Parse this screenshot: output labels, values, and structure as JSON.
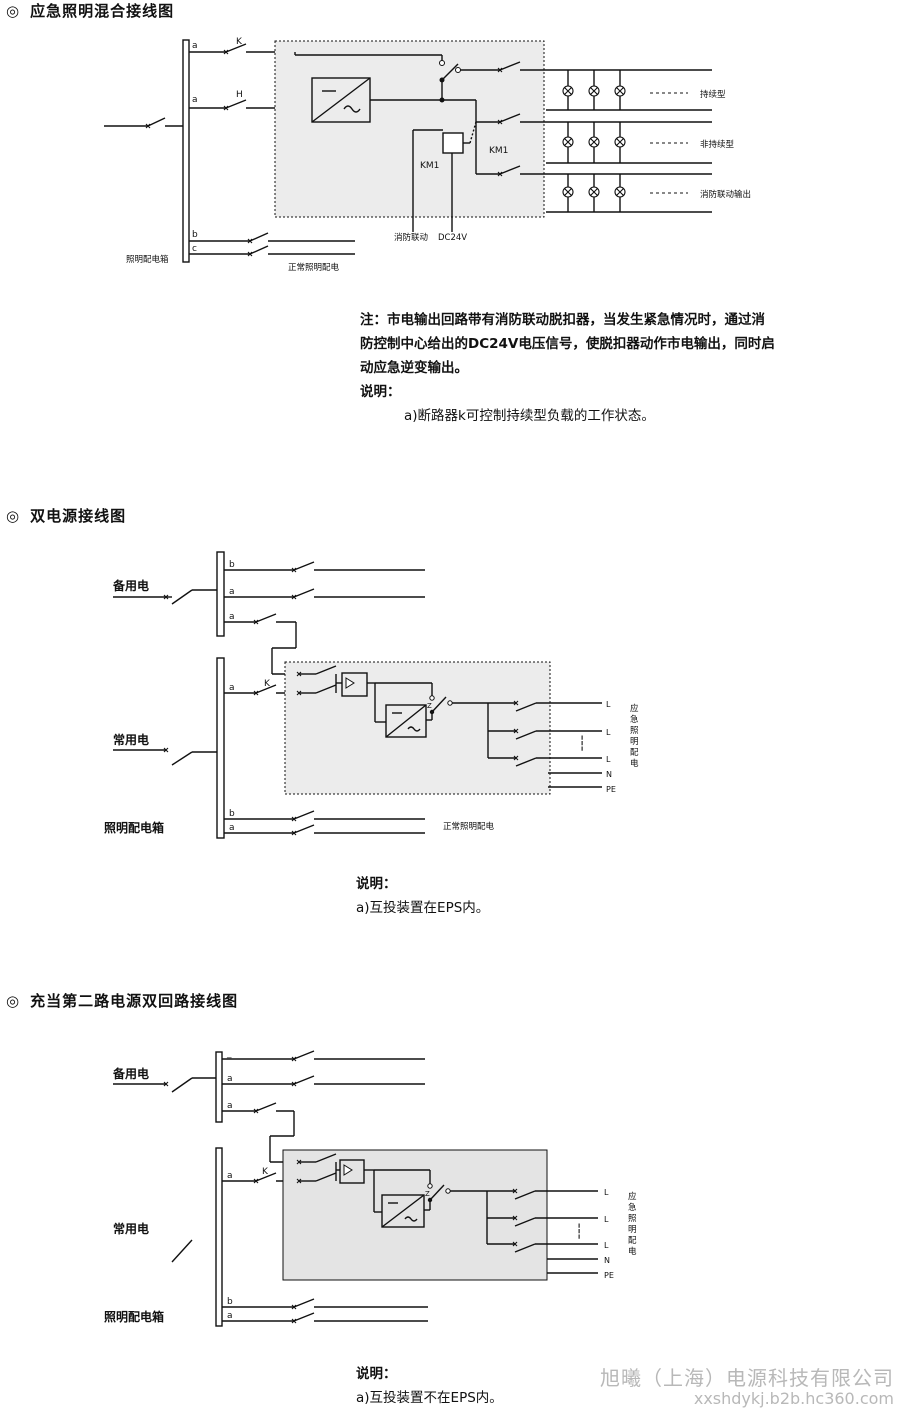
{
  "sections": [
    {
      "title": "应急照明混合接线图",
      "labels": {
        "a1": "a",
        "a2": "a",
        "b": "b",
        "c": "c",
        "k": "K",
        "h": "H",
        "km1_right": "KM1",
        "km1_coil": "KM1",
        "fire": "消防联动",
        "dc": "DC24V",
        "box": "照明配电箱",
        "normal": "正常照明配电",
        "out1": "持续型",
        "out2": "非持续型",
        "out3": "消防联动输出"
      },
      "note_lines": [
        "注：市电输出回路带有消防联动脱扣器，当发生紧急情况时，通过消",
        "防控制中心给出的DC24V电压信号，使脱扣器动作市电输出，同时启",
        "动应急逆变输出。"
      ],
      "explain_title": "说明：",
      "explain_items": [
        "a)断路器k可控制持续型负载的工作状态。"
      ]
    },
    {
      "title": "双电源接线图",
      "labels": {
        "backup": "备用电",
        "normal_src": "常用电",
        "box": "照明配电箱",
        "b1": "b",
        "a1": "a",
        "a2": "a",
        "a3": "a",
        "b2": "b",
        "a4": "a",
        "k": "K",
        "z": "Z",
        "l1": "L",
        "l2": "L",
        "l3": "L",
        "n": "N",
        "pe": "PE",
        "dots": "┆",
        "vertical": "应急照明配电",
        "normal_out": "正常照明配电"
      },
      "explain_title": "说明：",
      "explain_items": [
        "a)互投装置在EPS内。"
      ]
    },
    {
      "title": "充当第二路电源双回路接线图",
      "labels": {
        "top": "_",
        "backup": "备用电",
        "normal_src": "常用电",
        "box": "照明配电箱",
        "a1": "a",
        "a2": "a",
        "a3": "a",
        "b": "b",
        "a4": "a",
        "k": "K",
        "z": "Z",
        "l1": "L",
        "l2": "L",
        "l3": "L",
        "n": "N",
        "pe": "PE",
        "dots": "┆",
        "vertical": "应急照明配电"
      },
      "explain_title": "说明：",
      "explain_items": [
        "a)互投装置不在EPS内。"
      ]
    }
  ],
  "watermark": {
    "company": "旭曦（上海）电源科技有限公司",
    "url": "xxshdykj.b2b.hc360.com"
  },
  "colors": {
    "ink": "#111111",
    "eps_box": "#ececec",
    "eps_box_solid": "#e4e4e4",
    "watermark": "#b8b8b8"
  }
}
